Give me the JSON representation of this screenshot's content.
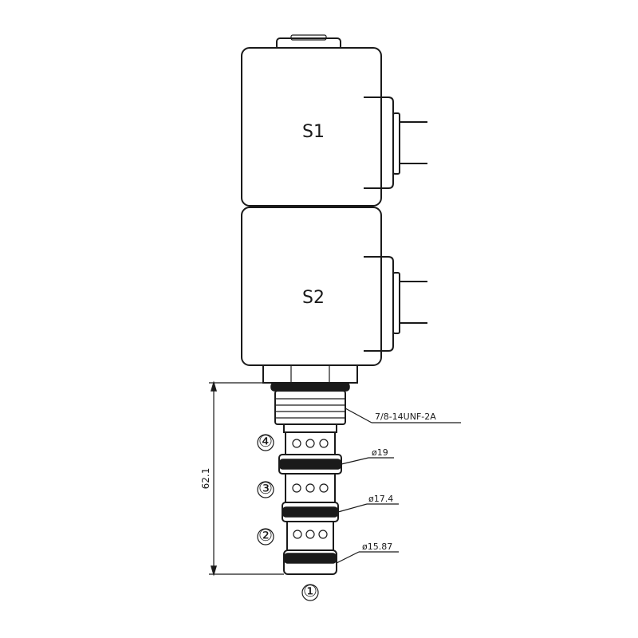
{
  "coils": [
    {
      "label": "S1"
    },
    {
      "label": "S2"
    }
  ],
  "ports": [
    "①",
    "②",
    "③",
    "④"
  ],
  "callouts": {
    "thread": "7/8-14UNF-2A",
    "dia_top": "ø19",
    "dia_mid": "ø17.4",
    "dia_bottom": "ø15.87"
  },
  "dimension": {
    "length": "62.1"
  }
}
